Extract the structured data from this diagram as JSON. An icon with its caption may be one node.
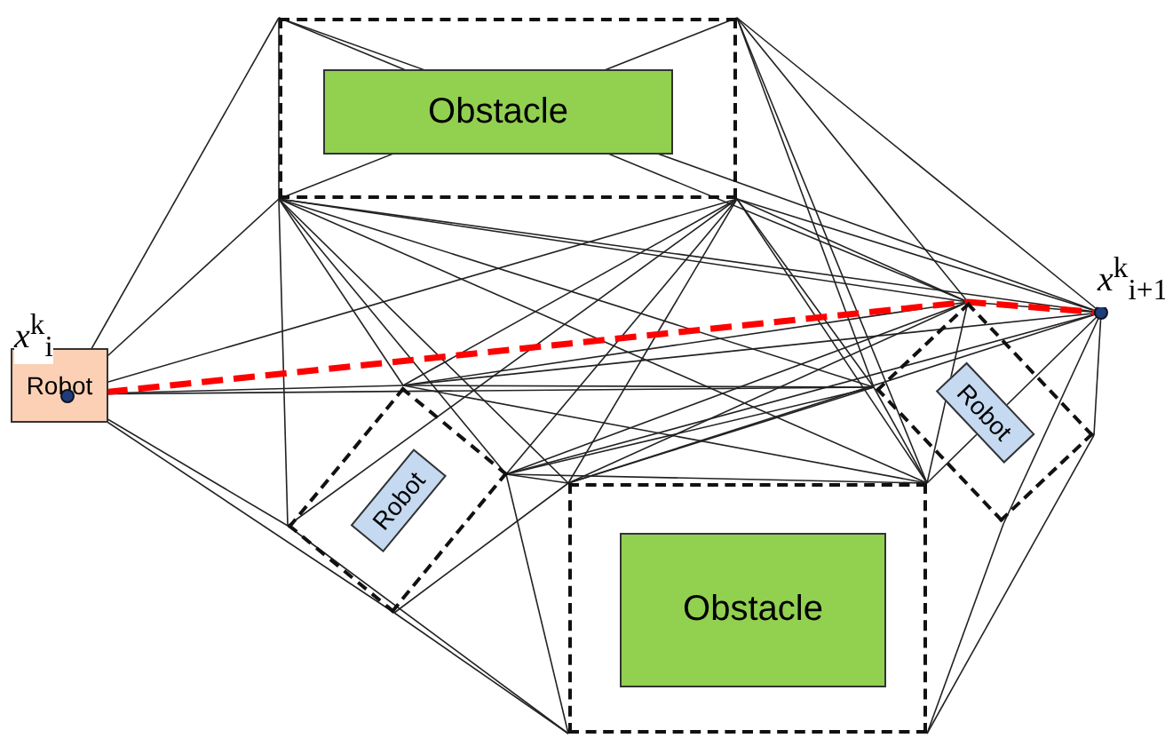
{
  "diagram": {
    "nodes": [
      {
        "text": [],
        "shape": "box"
      },
      {
        "text": [
          "Obstacle"
        ],
        "in": 0
      },
      {
        "text": [
          "Robot"
        ]
      },
      {
        "text": [],
        "shape": "circle",
        "in": 2,
        "beside": [
          "*x*$^{k}$$_{i}$"
        ]
      },
      {
        "text": [],
        "shape": "diamond"
      },
      {
        "text": [
          "Robot"
        ],
        "in": 4
      },
      {
        "text": [],
        "shape": "diamond"
      },
      {
        "text": [
          "Robot"
        ],
        "in": 6
      },
      {
        "text": [],
        "shape": "circle",
        "beside": [
          "*x*$^{k}$$_{i+1}$"
        ]
      },
      {
        "text": [],
        "shape": "box"
      },
      {
        "text": [
          "Obstacle"
        ],
        "in": 9
      }
    ],
    "edges": [
      {
        "from": 3,
        "to": 8,
        "arrow": "none",
        "style": "dashed",
        "color": "#ff0000"
      }
    ]
  }
}
